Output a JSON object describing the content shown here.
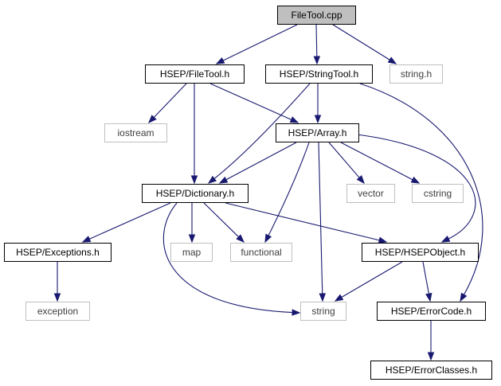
{
  "colors": {
    "edge": "#191970",
    "root_fill": "#bfbfbf",
    "node_fill": "#ffffff",
    "solid_border": "#000000",
    "external_border": "#bfbfbf",
    "external_text": "#404040",
    "text": "#000000"
  },
  "nodes": [
    {
      "id": "filetool_cpp",
      "label": "FileTool.cpp",
      "kind": "root"
    },
    {
      "id": "filetool_h",
      "label": "HSEP/FileTool.h",
      "kind": "header"
    },
    {
      "id": "stringtool_h",
      "label": "HSEP/StringTool.h",
      "kind": "header"
    },
    {
      "id": "string_h",
      "label": "string.h",
      "kind": "external"
    },
    {
      "id": "iostream",
      "label": "iostream",
      "kind": "external"
    },
    {
      "id": "array_h",
      "label": "HSEP/Array.h",
      "kind": "header"
    },
    {
      "id": "dictionary_h",
      "label": "HSEP/Dictionary.h",
      "kind": "header"
    },
    {
      "id": "vector",
      "label": "vector",
      "kind": "external"
    },
    {
      "id": "cstring",
      "label": "cstring",
      "kind": "external"
    },
    {
      "id": "exceptions_h",
      "label": "HSEP/Exceptions.h",
      "kind": "header"
    },
    {
      "id": "map",
      "label": "map",
      "kind": "external"
    },
    {
      "id": "functional",
      "label": "functional",
      "kind": "external"
    },
    {
      "id": "hsepobject_h",
      "label": "HSEP/HSEPObject.h",
      "kind": "header"
    },
    {
      "id": "exception",
      "label": "exception",
      "kind": "external"
    },
    {
      "id": "string",
      "label": "string",
      "kind": "external"
    },
    {
      "id": "errorcode_h",
      "label": "HSEP/ErrorCode.h",
      "kind": "header"
    },
    {
      "id": "errorclasses_h",
      "label": "HSEP/ErrorClasses.h",
      "kind": "header"
    }
  ],
  "edges": [
    {
      "from": "filetool_cpp",
      "to": "filetool_h"
    },
    {
      "from": "filetool_cpp",
      "to": "stringtool_h"
    },
    {
      "from": "filetool_cpp",
      "to": "string_h"
    },
    {
      "from": "filetool_h",
      "to": "iostream"
    },
    {
      "from": "filetool_h",
      "to": "array_h"
    },
    {
      "from": "filetool_h",
      "to": "dictionary_h"
    },
    {
      "from": "stringtool_h",
      "to": "array_h"
    },
    {
      "from": "stringtool_h",
      "to": "dictionary_h"
    },
    {
      "from": "stringtool_h",
      "to": "errorcode_h"
    },
    {
      "from": "array_h",
      "to": "dictionary_h"
    },
    {
      "from": "array_h",
      "to": "vector"
    },
    {
      "from": "array_h",
      "to": "cstring"
    },
    {
      "from": "array_h",
      "to": "functional"
    },
    {
      "from": "array_h",
      "to": "string"
    },
    {
      "from": "array_h",
      "to": "hsepobject_h"
    },
    {
      "from": "dictionary_h",
      "to": "exceptions_h"
    },
    {
      "from": "dictionary_h",
      "to": "map"
    },
    {
      "from": "dictionary_h",
      "to": "functional"
    },
    {
      "from": "dictionary_h",
      "to": "hsepobject_h"
    },
    {
      "from": "dictionary_h",
      "to": "string"
    },
    {
      "from": "exceptions_h",
      "to": "exception"
    },
    {
      "from": "hsepobject_h",
      "to": "string"
    },
    {
      "from": "hsepobject_h",
      "to": "errorcode_h"
    },
    {
      "from": "errorcode_h",
      "to": "errorclasses_h"
    }
  ]
}
